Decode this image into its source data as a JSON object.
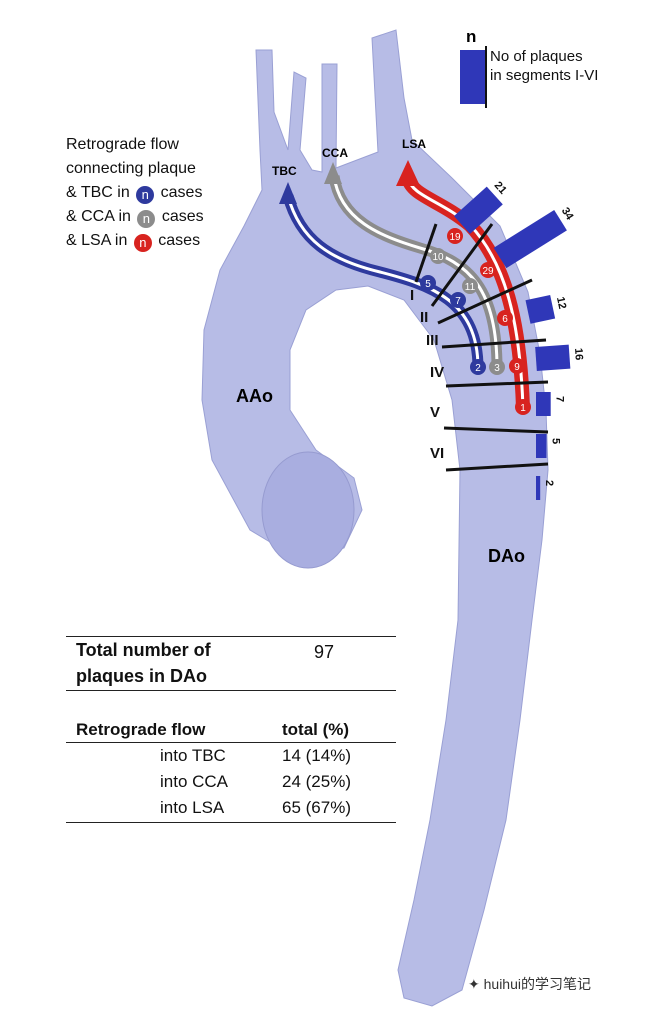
{
  "figure": {
    "vessels": {
      "tbc": "TBC",
      "cca": "CCA",
      "lsa": "LSA",
      "aao": "AAo",
      "dao": "DAo"
    },
    "segments": [
      "I",
      "II",
      "III",
      "IV",
      "V",
      "VI"
    ],
    "legend_top": {
      "symbol": "n",
      "line1": "No of plaques",
      "line2": "in segments I-VI"
    },
    "legend_left": {
      "title1": "Retrograde flow",
      "title2": "connecting plaque",
      "tbc_pre": "& TBC in",
      "cca_pre": "& CCA in",
      "lsa_pre": "& LSA in",
      "dot_symbol": "n",
      "post": "cases"
    },
    "path_markers": {
      "tbc": [
        "5",
        "7",
        "2"
      ],
      "cca": [
        "10",
        "11",
        "3"
      ],
      "lsa": [
        "19",
        "29",
        "6",
        "9",
        "1"
      ]
    },
    "colors": {
      "tbc": "#2e3a9e",
      "cca": "#8c8c8c",
      "lsa": "#d8231f",
      "aorta": "#b7bce6",
      "bar": "#2f37b8"
    }
  },
  "chart_data": {
    "type": "bar",
    "title": "No of plaques in segments I-VI",
    "categories": [
      "I",
      "II",
      "III",
      "IV",
      "V",
      "VI"
    ],
    "values": [
      21,
      34,
      12,
      16,
      7,
      5,
      2
    ],
    "value_labels": [
      "21",
      "34",
      "12",
      "16",
      "7",
      "5",
      "2"
    ]
  },
  "table": {
    "total_label_1": "Total number of",
    "total_label_2": "plaques in DAo",
    "total_value": "97",
    "header_col1": "Retrograde flow",
    "header_col2": "total (%)",
    "rows": [
      {
        "label": "into TBC",
        "value": "14 (14%)"
      },
      {
        "label": "into CCA",
        "value": "24 (25%)"
      },
      {
        "label": "into LSA",
        "value": "65 (67%)"
      }
    ]
  },
  "watermark": {
    "text": "huihui的学习笔记"
  }
}
